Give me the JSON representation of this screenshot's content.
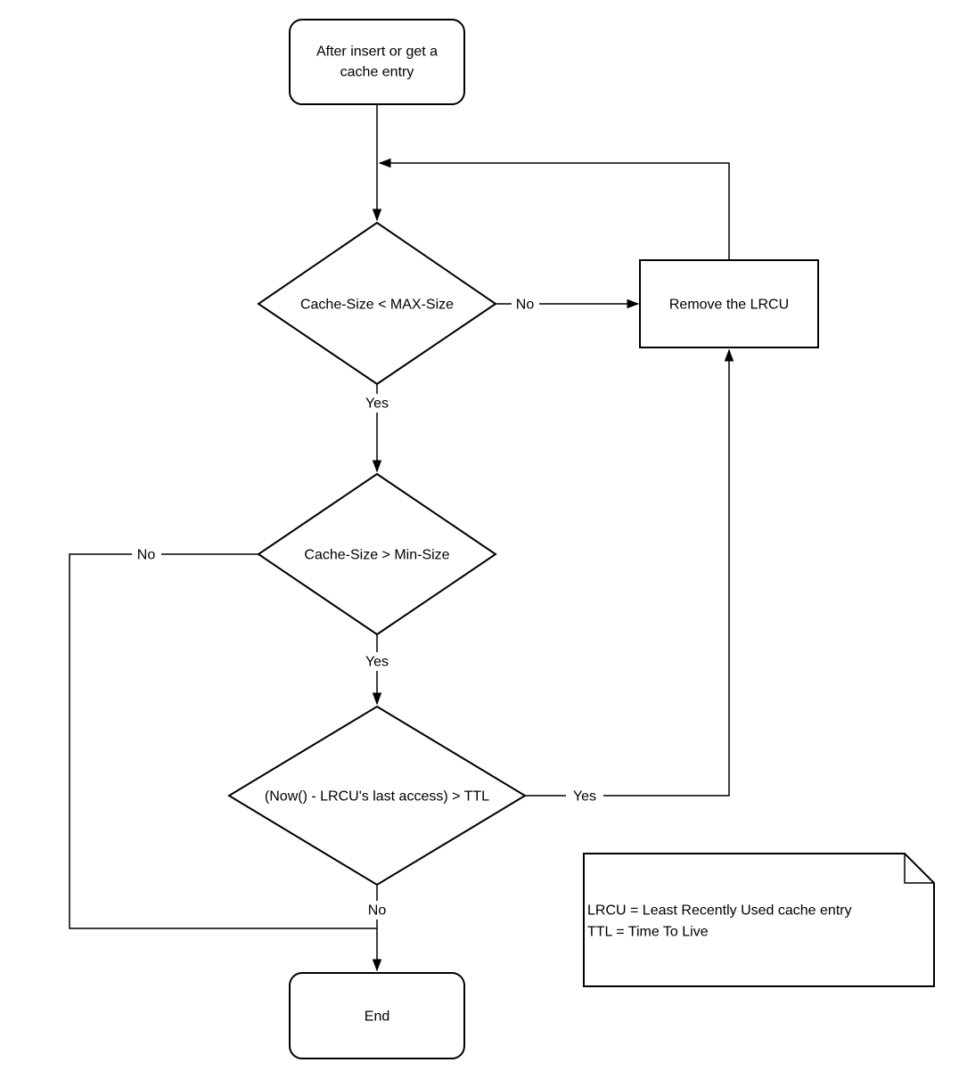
{
  "diagram": {
    "type": "flowchart",
    "colors": {
      "background": "#ffffff",
      "shape_fill": "#ffffff",
      "stroke": "#000000",
      "text": "#000000"
    },
    "nodes": {
      "start": {
        "shape": "rounded-rectangle",
        "label": "After insert or get a cache entry",
        "lines": [
          "After insert or get a",
          "cache entry"
        ]
      },
      "check_max": {
        "shape": "decision-diamond",
        "label": "Cache-Size < MAX-Size"
      },
      "remove": {
        "shape": "rectangle",
        "label": "Remove the LRCU"
      },
      "check_min": {
        "shape": "decision-diamond",
        "label": "Cache-Size > Min-Size"
      },
      "check_ttl": {
        "shape": "decision-diamond",
        "label": "(Now() - LRCU's last access) > TTL"
      },
      "end": {
        "shape": "rounded-rectangle",
        "label": "End"
      },
      "note": {
        "shape": "note-folded-corner",
        "lines": [
          "LRCU = Least Recently Used cache entry",
          "TTL = Time To Live"
        ]
      }
    },
    "edges": {
      "start_to_check_max": {
        "from": "start",
        "to": "check_max"
      },
      "remove_loop_back": {
        "from": "remove",
        "to": "check_max"
      },
      "check_max_no": {
        "from": "check_max",
        "to": "remove",
        "label": "No"
      },
      "check_max_yes": {
        "from": "check_max",
        "to": "check_min",
        "label": "Yes"
      },
      "check_min_no": {
        "from": "check_min",
        "to": "end",
        "label": "No"
      },
      "check_min_yes": {
        "from": "check_min",
        "to": "check_ttl",
        "label": "Yes"
      },
      "check_ttl_yes": {
        "from": "check_ttl",
        "to": "remove",
        "label": "Yes"
      },
      "check_ttl_no": {
        "from": "check_ttl",
        "to": "end",
        "label": "No"
      }
    }
  }
}
